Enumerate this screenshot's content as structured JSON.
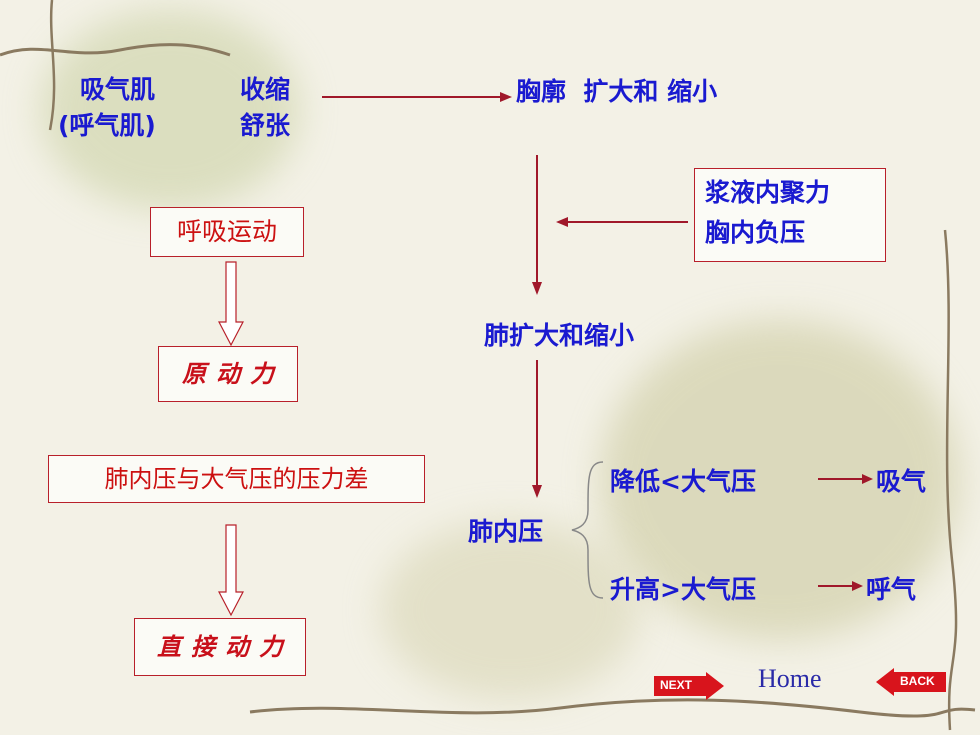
{
  "top_left": {
    "muscle": "吸气肌",
    "muscle_alt": "(呼气肌)",
    "contract": "收缩",
    "relax": "舒张"
  },
  "chest": "胸廓  扩大和 缩小",
  "pleura": {
    "line1": "浆液内聚力",
    "line2": "胸内负压"
  },
  "lung_change": "肺扩大和缩小",
  "pressure": {
    "label": "肺内压",
    "lower": "降低<大气压",
    "inhale": "吸气",
    "higher": "升高>大气压",
    "exhale": "呼气"
  },
  "left_chain": {
    "breathing": "呼吸运动",
    "primary": "原动力",
    "diff": "肺内压与大气压的压力差",
    "direct": "直接动力"
  },
  "nav": {
    "next": "NEXT",
    "home": "Home",
    "back": "BACK"
  },
  "colors": {
    "text_blue": "#1a1ad0",
    "line_red": "#a0182a",
    "box_border": "#b8202a"
  }
}
